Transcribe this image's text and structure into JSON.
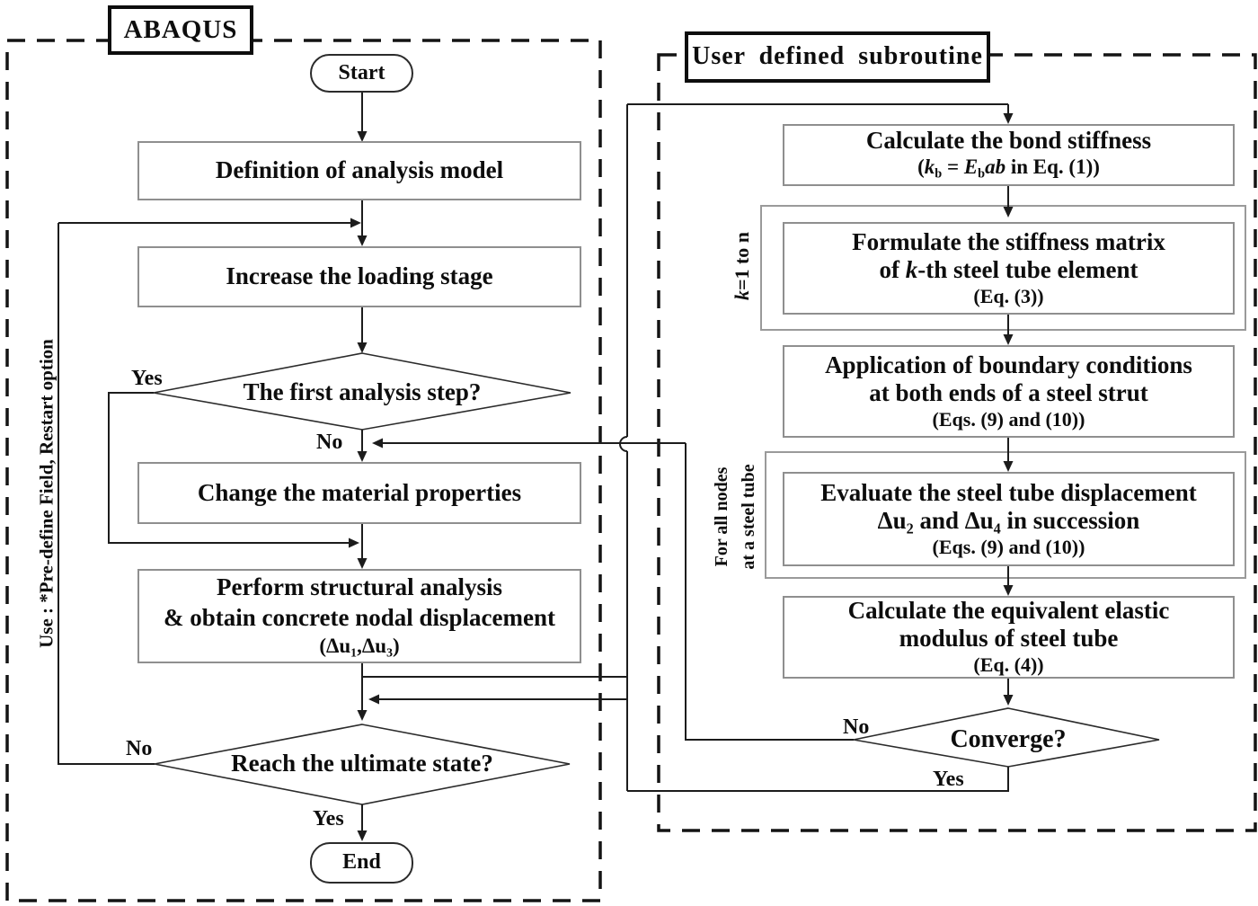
{
  "abaqus": {
    "title": "ABAQUS",
    "sidenote": "Use : *Pre-define Field, Restart option",
    "start": "Start",
    "end": "End",
    "definition": "Definition of analysis model",
    "increase": "Increase the loading stage",
    "first_step": {
      "text": "The first analysis step?",
      "yes": "Yes",
      "no": "No"
    },
    "change": "Change the material properties",
    "perform": {
      "l1": "Perform structural analysis",
      "l2": "& obtain concrete nodal displacement",
      "l3": "(Δu₁,Δu₃)"
    },
    "ultimate": {
      "text": "Reach the ultimate state?",
      "no": "No",
      "yes": "Yes"
    }
  },
  "subroutine": {
    "title": "User defined subroutine",
    "bond": {
      "l1": "Calculate the bond stiffness",
      "p_open": "(",
      "k": "k",
      "b1": "b",
      "eq": " = ",
      "E": "E",
      "b2": "b",
      "ab": "ab",
      "rest": " in Eq. (1))"
    },
    "loop_k": {
      "k": "k",
      "rest": "=1 to n"
    },
    "formulate": {
      "l1": "Formulate the stiffness matrix",
      "l2a": "of ",
      "k": "k",
      "l2b": "-th steel tube element",
      "l3": "(Eq. (3))"
    },
    "boundary": {
      "l1": "Application of boundary conditions",
      "l2": "at both ends of a steel strut",
      "l3": "(Eqs. (9) and (10))"
    },
    "loop_nodes": {
      "l1": "For all nodes",
      "l2": "at a steel tube"
    },
    "evaluate": {
      "l1": "Evaluate the steel tube displacement",
      "l2": "Δu₂ and Δu₄ in succession",
      "l3": "(Eqs. (9) and (10))"
    },
    "modulus": {
      "l1": "Calculate the equivalent elastic",
      "l2": "modulus of steel tube",
      "l3": "(Eq. (4))"
    },
    "converge": {
      "text": "Converge?",
      "no": "No",
      "yes": "Yes"
    }
  }
}
